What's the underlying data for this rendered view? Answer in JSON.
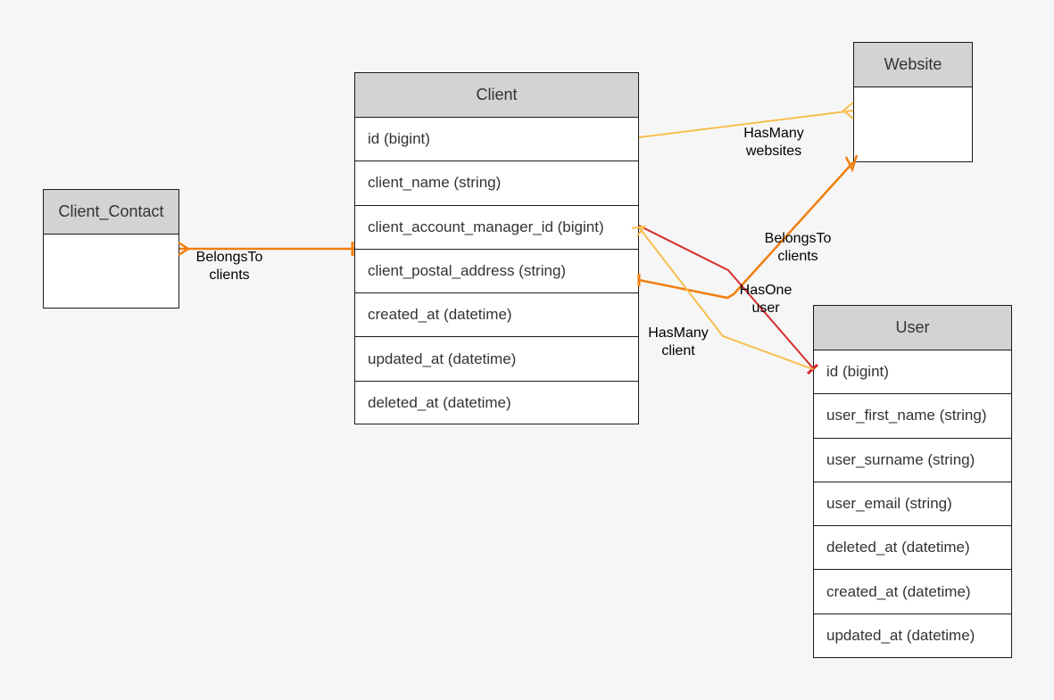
{
  "entities": {
    "client": {
      "name": "Client",
      "fields": [
        "id (bigint)",
        "client_name (string)",
        "client_account_manager_id (bigint)",
        "client_postal_address (string)",
        "created_at (datetime)",
        "updated_at (datetime)",
        "deleted_at (datetime)"
      ]
    },
    "client_contact": {
      "name": "Client_Contact",
      "fields": []
    },
    "website": {
      "name": "Website",
      "fields": []
    },
    "user": {
      "name": "User",
      "fields": [
        "id (bigint)",
        "user_first_name (string)",
        "user_surname (string)",
        "user_email (string)",
        "deleted_at (datetime)",
        "created_at (datetime)",
        "updated_at (datetime)"
      ]
    }
  },
  "relations": [
    {
      "id": "contact-belongsto-clients",
      "label_line1": "BelongsTo",
      "label_line2": "clients",
      "color": "#f07f0e"
    },
    {
      "id": "client-hasmany-websites",
      "label_line1": "HasMany",
      "label_line2": "websites",
      "color": "#f9be4f"
    },
    {
      "id": "website-belongsto-clients",
      "label_line1": "BelongsTo",
      "label_line2": "clients",
      "color": "#f07f0e"
    },
    {
      "id": "client-hasone-user",
      "label_line1": "HasOne",
      "label_line2": "user",
      "color": "#d62b2b"
    },
    {
      "id": "user-hasmany-client",
      "label_line1": "HasMany",
      "label_line2": "client",
      "color": "#f9be4f"
    }
  ],
  "colors": {
    "background": "#f6f6f6",
    "header_fill": "#d3d3d3",
    "border": "#1a1a1a",
    "orange": "#f07f0e",
    "light_orange": "#f9be4f",
    "red": "#d62b2b"
  }
}
